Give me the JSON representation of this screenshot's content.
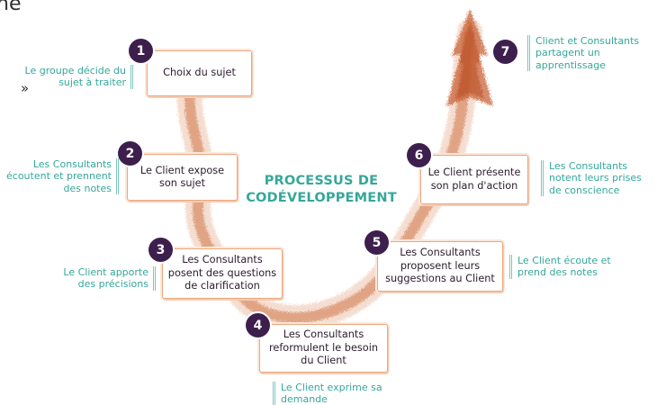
{
  "title": {
    "line1": "PROCESSUS DE",
    "line2": "CODÉVELOPPEMENT"
  },
  "stray_text": {
    "top": "ne",
    "quote": "»"
  },
  "steps": [
    {
      "number": "1",
      "box": "Choix du sujet",
      "note": "Le groupe décide du sujet à traiter"
    },
    {
      "number": "2",
      "box": "Le Client expose son sujet",
      "note": "Les Consultants écoutent et prennent des notes"
    },
    {
      "number": "3",
      "box": "Les Consultants posent des questions de clarification",
      "note": "Le Client apporte des précisions"
    },
    {
      "number": "4",
      "box": "Les Consultants reformulent le besoin du Client",
      "note": "Le Client exprime sa demande"
    },
    {
      "number": "5",
      "box": "Les Consultants proposent leurs suggestions au Client",
      "note": "Le Client écoute et prend des notes"
    },
    {
      "number": "6",
      "box": "Le Client présente son plan d'action",
      "note": "Les Consultants notent leurs prises de conscience"
    },
    {
      "number": "7",
      "box": "",
      "note": "Client et Consultants partagent un apprentissage"
    }
  ],
  "colors": {
    "badge": "#3d1f4d",
    "accent_teal": "#35a79a",
    "box_border": "#e9a77f",
    "path": "#d9845a"
  }
}
